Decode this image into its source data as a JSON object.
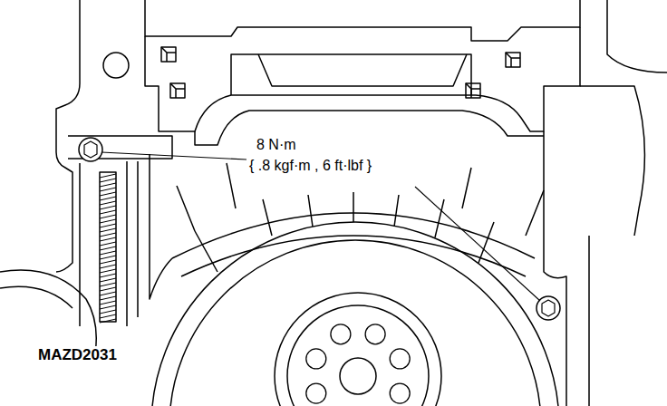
{
  "diagram": {
    "labels": [
      "8 N·m",
      "{ .8 kgf·m , 6 ft·lbf }",
      "MAZD2031"
    ]
  }
}
